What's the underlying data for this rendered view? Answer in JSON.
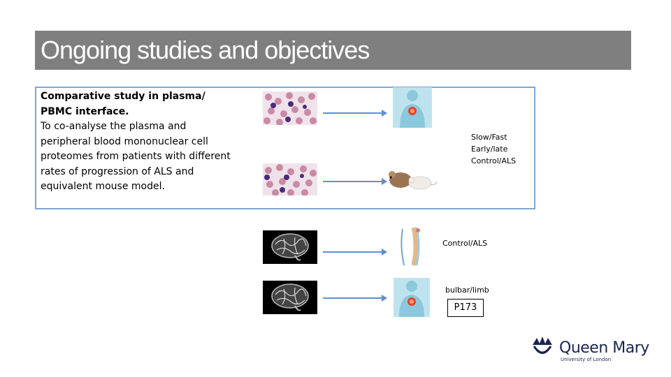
{
  "title": "Ongoing studies and objectives",
  "study": {
    "heading": "Comparative study in plasma/ PBMC interface.",
    "body": "To co-analyse the plasma and peripheral blood mononuclear cell proteomes from patients with different rates of progression of ALS and equivalent mouse model."
  },
  "labels": {
    "group1_line1": "Slow/Fast",
    "group1_line2": "Early/late",
    "group1_line3": "Control/ALS",
    "group2": "Control/ALS",
    "group3": "bulbar/limb",
    "code": "P173"
  },
  "logo": {
    "name": "Queen Mary",
    "subtitle": "University of London"
  },
  "colors": {
    "title_bar": "#7f7f7f",
    "box_border": "#7ea6d0",
    "arrow": "#5b8fd6",
    "logo": "#1a2550"
  }
}
